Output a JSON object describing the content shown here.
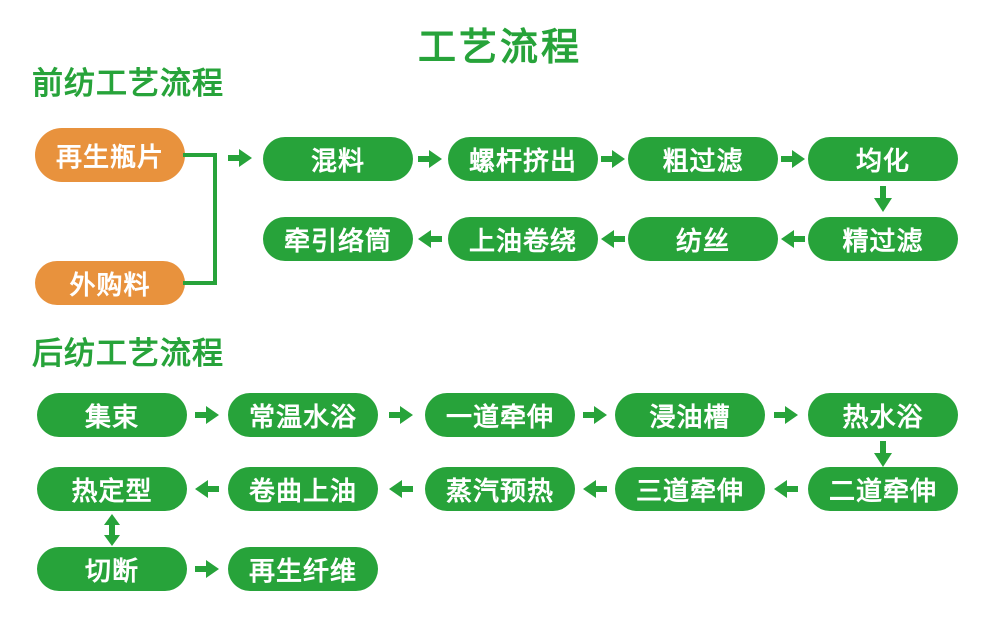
{
  "page_title": "工艺流程",
  "colors": {
    "green": "#27a33a",
    "orange": "#e8923d",
    "box_text": "#ffffff",
    "background": "#ffffff"
  },
  "icons": {
    "arrow_right": "→",
    "arrow_left": "←",
    "arrow_down": "↓",
    "arrow_up_down": "↕"
  },
  "sections": {
    "front": {
      "title": "前纺工艺流程",
      "inputs": [
        {
          "label": "再生瓶片"
        },
        {
          "label": "外购料"
        }
      ],
      "row1": [
        "混料",
        "螺杆挤出",
        "粗过滤",
        "均化"
      ],
      "row2": [
        "牵引络筒",
        "上油卷绕",
        "纺丝",
        "精过滤"
      ]
    },
    "back": {
      "title": "后纺工艺流程",
      "row1": [
        "集束",
        "常温水浴",
        "一道牵伸",
        "浸油槽",
        "热水浴"
      ],
      "row2": [
        "热定型",
        "卷曲上油",
        "蒸汽预热",
        "三道牵伸",
        "二道牵伸"
      ],
      "row3": [
        "切断",
        "再生纤维"
      ]
    }
  }
}
